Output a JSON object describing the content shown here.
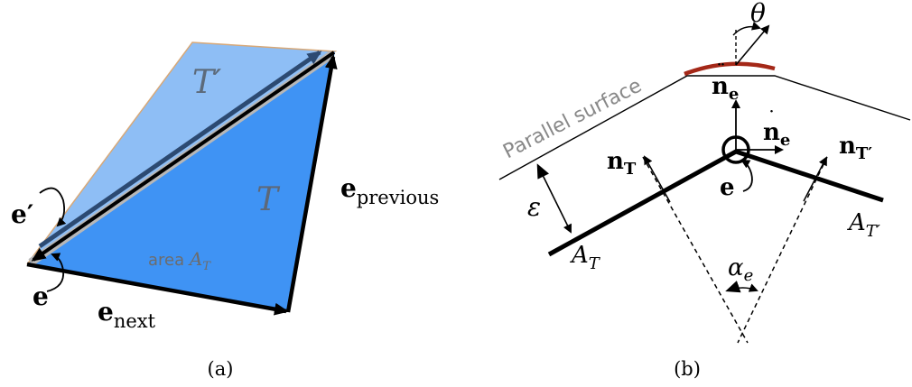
{
  "panel_a": {
    "caption": "(a)",
    "triangle_T_prime_label": "T′",
    "triangle_T_label": "T",
    "area_prefix": "area ",
    "area_symbol": "A",
    "area_subscript": "T",
    "edge_e_label": "e",
    "edge_e_prime_label": "e′",
    "edge_next_base": "e",
    "edge_next_sub": "next",
    "edge_previous_base": "e",
    "edge_previous_sub": "previous",
    "colors": {
      "triangle_T": "#3f93f4",
      "triangle_T_prime": "#8ebef5",
      "edge": "#000000",
      "shared_edge": "#2c4a72"
    }
  },
  "panel_b": {
    "caption": "(b)",
    "parallel_surface_label": "Parallel surface",
    "theta_label": "θ",
    "epsilon_label": "ε",
    "alpha_base": "α",
    "alpha_sub": "e",
    "n_base": "n",
    "n_sub_T": "T",
    "n_sub_T_prime": "T′",
    "n_sub_e": "e",
    "edge_label": "e",
    "area_symbol": "A",
    "area_sub_T": "T",
    "area_sub_T_prime": "T′",
    "colors": {
      "arc": "#a42818",
      "parallel_label": "#888888"
    }
  }
}
